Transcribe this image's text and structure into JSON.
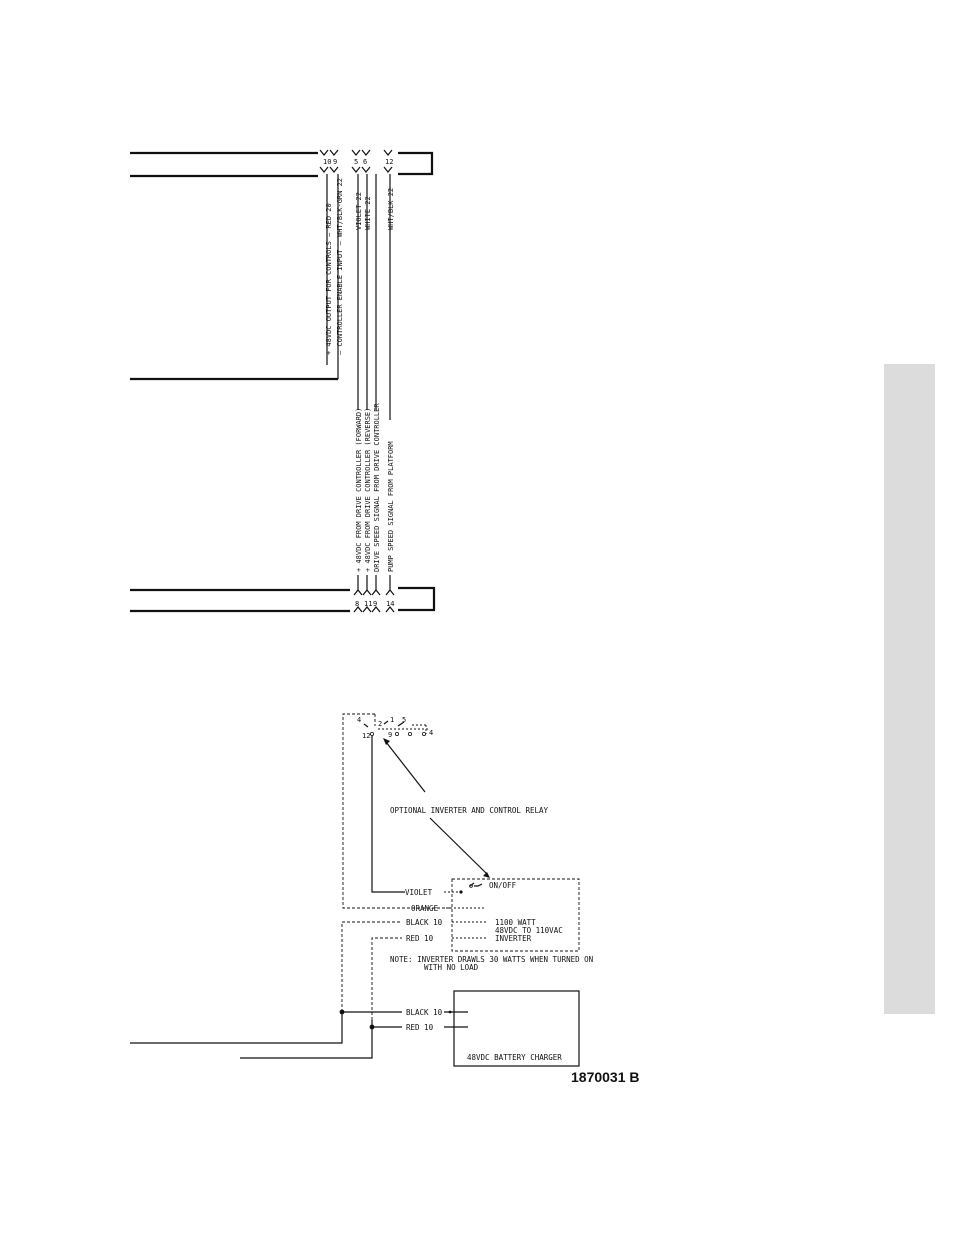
{
  "upper_connector": {
    "top_pins": [
      "10",
      "9",
      "5",
      "6",
      "12"
    ],
    "bottom_pins": [
      "8",
      "11",
      "9",
      "14"
    ],
    "wires_top": [
      "+ 48VDC OUTPUT FOR CONTROLS — RED 20",
      "— CONTROLLER ENABLE INPUT — WHT/BLK-GRN 22"
    ],
    "wire_colors_mid": [
      "VIOLET 22",
      "WHITE 22",
      "WHT/BLK 22"
    ],
    "wires_bottom": [
      "+ 48VDC FROM DRIVE CONTROLLER (FORWARD)",
      "+ 48VDC FROM DRIVE CONTROLLER (REVERSE)",
      "DRIVE SPEED SIGNAL FROM DRIVE CONTROLLER",
      "PUMP SPEED SIGNAL FROM PLATFORM"
    ]
  },
  "relay": {
    "pins_top": [
      "4",
      "2",
      "1",
      "5"
    ],
    "pins_bottom": [
      "12",
      "9",
      "4"
    ],
    "label": "OPTIONAL INVERTER AND CONTROL RELAY"
  },
  "inverter": {
    "switch": "ON/OFF",
    "wires": [
      "VIOLET",
      "ORANGE",
      "BLACK 10",
      "RED 10"
    ],
    "spec_lines": [
      "1100 WATT",
      "48VDC TO 110VAC",
      "INVERTER"
    ],
    "note_lines": [
      "NOTE:  INVERTER DRAWLS 30 WATTS WHEN TURNED ON",
      "WITH NO LOAD"
    ]
  },
  "charger": {
    "wires": [
      "BLACK 10",
      "RED 10"
    ],
    "label": "48VDC BATTERY CHARGER"
  },
  "drawing_number": "1870031 B"
}
